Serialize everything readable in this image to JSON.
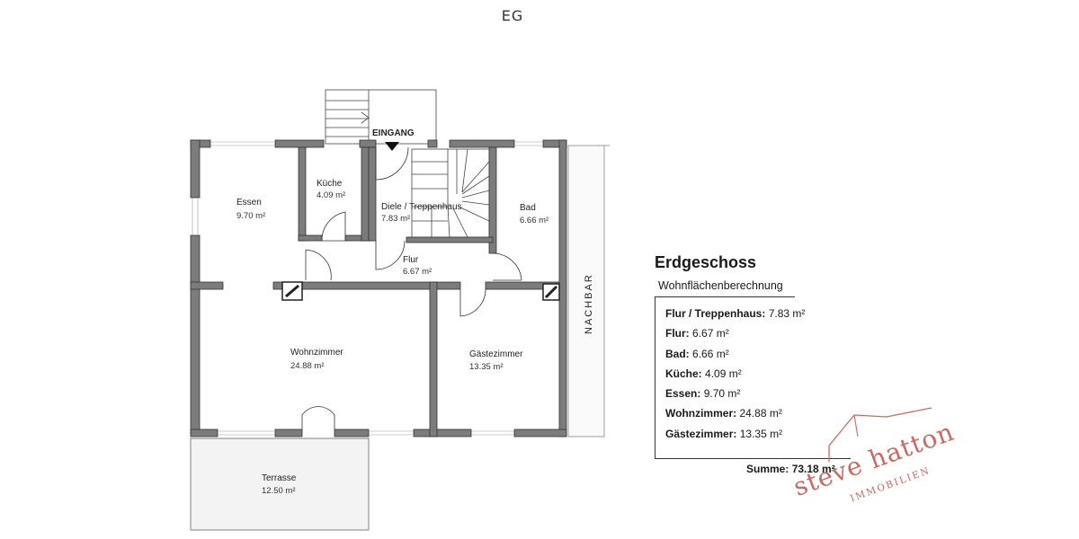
{
  "floor_tag": "EG",
  "plan": {
    "entrance": "EINGANG",
    "neighbor": "NACHBAR",
    "rooms": [
      {
        "name": "Essen",
        "area": "9.70 m²"
      },
      {
        "name": "Küche",
        "area": "4.09 m²"
      },
      {
        "name": "Diele / Treppenhaus",
        "area": "7.83 m²"
      },
      {
        "name": "Bad",
        "area": "6.66 m²"
      },
      {
        "name": "Flur",
        "area": "6.67 m²"
      },
      {
        "name": "Wohnzimmer",
        "area": "24.88 m²"
      },
      {
        "name": "Gästezimmer",
        "area": "13.35 m²"
      },
      {
        "name": "Terrasse",
        "area": "12.50 m²"
      }
    ]
  },
  "summary": {
    "title": "Erdgeschoss",
    "subtitle": "Wohnflächenberechnung",
    "items": [
      {
        "label": "Flur / Treppenhaus:",
        "value": "7.83 m²"
      },
      {
        "label": "Flur:",
        "value": "6.67 m²"
      },
      {
        "label": "Bad:",
        "value": "6.66 m²"
      },
      {
        "label": "Küche:",
        "value": "4.09 m²"
      },
      {
        "label": "Essen:",
        "value": "9.70 m²"
      },
      {
        "label": "Wohnzimmer:",
        "value": "24.88 m²"
      },
      {
        "label": "Gästezimmer:",
        "value": "13.35 m²"
      }
    ],
    "total_label": "Summe:",
    "total_value": "73.18 m²"
  },
  "logo": {
    "name": "steve hatton",
    "sub": "IMMOBILIEN",
    "color": "#c86a63"
  }
}
